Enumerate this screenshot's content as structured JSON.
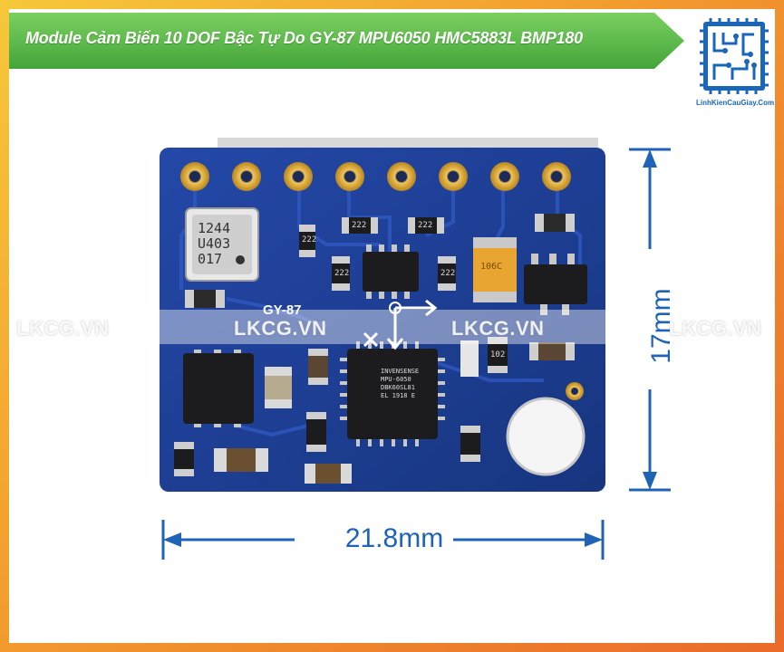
{
  "title": "Module Cảm Biến 10 DOF Bậc Tự Do GY-87 MPU6050 HMC5883L BMP180",
  "logo": {
    "icon": "circuit-chip-icon",
    "text": "LinhKienCauGiay.Com",
    "color": "#1a66b8"
  },
  "watermark": "LKCG.VN",
  "dimensions": {
    "width": "21.8mm",
    "height": "17mm"
  },
  "board": {
    "name": "GY-87",
    "pin_count": 8,
    "chip_markings": {
      "bmp180_line1": "1244",
      "bmp180_line2": "U403",
      "bmp180_line3": "017",
      "mpu_line1": "INVENSENSE",
      "mpu_line2": "MPU-6050",
      "mpu_line3": "DBK60SL81",
      "mpu_line4": "EL 1918 E",
      "regulator": "106C",
      "resistor_a": "222",
      "resistor_b": "222",
      "resistor_c": "222",
      "resistor_d": "222",
      "resistor_e": "222",
      "resistor_f": "102"
    }
  },
  "colors": {
    "board": "#1d3f9a",
    "pads": "#d9a62b",
    "accent": "#1f63b6",
    "banner": "#5cc04a"
  }
}
